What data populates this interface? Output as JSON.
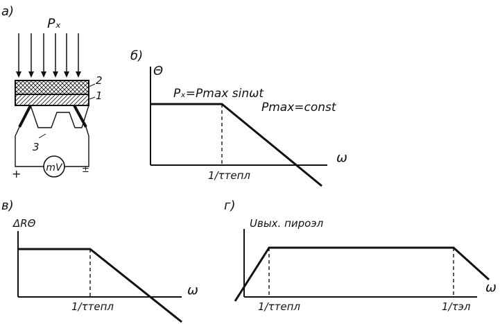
{
  "panels": {
    "a": {
      "letter": "а)",
      "flux_label": "Pₓ",
      "layer_top": "2",
      "layer_bottom": "1",
      "wire_label": "3",
      "meter_label": "mV",
      "plus_sign": "+",
      "minus_sign": "±"
    },
    "b": {
      "letter": "б)",
      "y_label": "Θ",
      "x_label": "ω",
      "eq_main": "Pₓ=Pmax sinωt",
      "eq_pmax": "Pmax=const",
      "tick_label": "1/τтепл"
    },
    "v": {
      "letter": "в)",
      "y_label": "ΔRΘ",
      "x_label": "ω",
      "tick_label": "1/τтепл"
    },
    "g": {
      "letter": "г)",
      "y_label": "Uвых. пироэл",
      "x_label": "ω",
      "tick_label_1": "1/τтепл",
      "tick_label_2": "1/τэл"
    }
  }
}
